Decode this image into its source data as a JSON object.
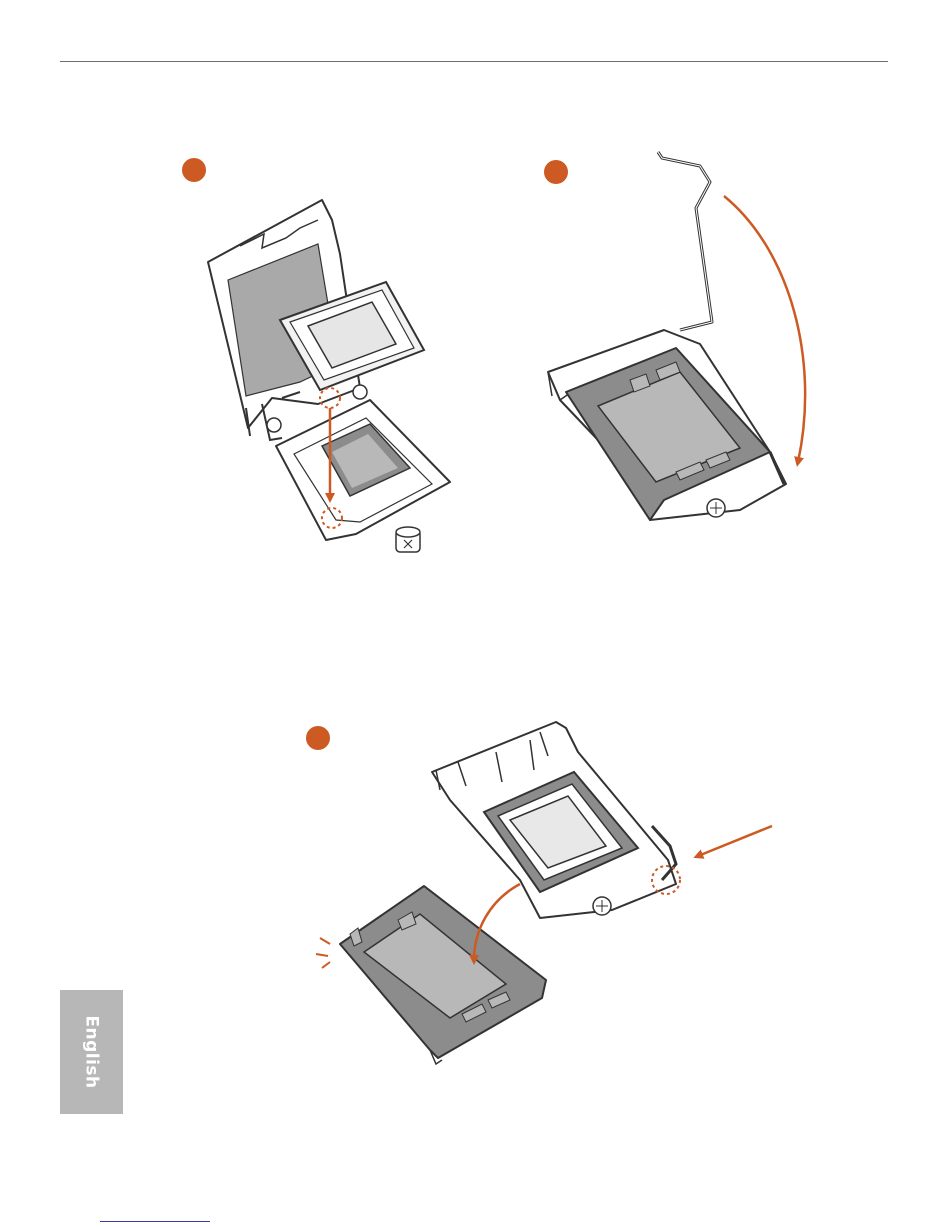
{
  "sidebar": {
    "language_tab": "English"
  },
  "steps": [
    {
      "name": "insert-cpu"
    },
    {
      "name": "close-load-plate"
    },
    {
      "name": "remove-pnp-cap"
    }
  ],
  "colors": {
    "accent": "#cc5a22",
    "line": "#333333",
    "fill_dark": "#8c8c8c",
    "fill_light": "#b8b8b8",
    "rule": "#6f6f6f",
    "tab": "#b7b7b7"
  }
}
